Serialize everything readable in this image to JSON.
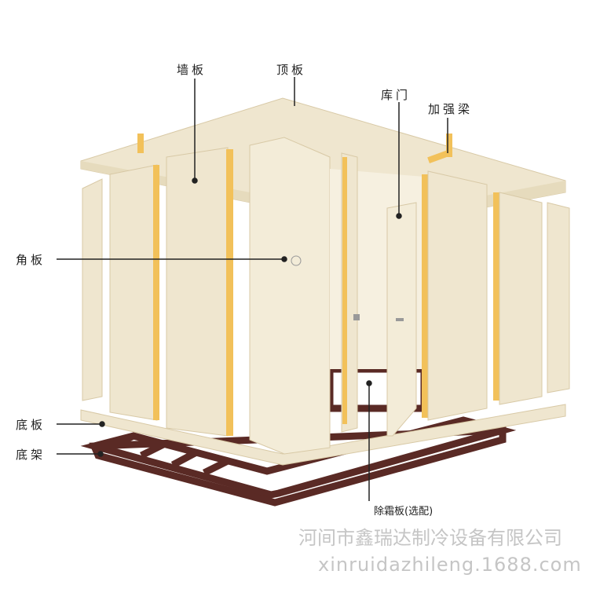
{
  "labels": {
    "wall_panel": "墙板",
    "top_panel": "顶板",
    "door": "库门",
    "reinforcement_beam": "加强梁",
    "corner_panel": "角板",
    "floor_panel": "底板",
    "base_frame": "底架",
    "bottom_item": "除霜板(选配)"
  },
  "watermark": {
    "company": "河间市鑫瑞达制冷设备有限公司",
    "url": "xinruidazhileng.1688.com"
  },
  "colors": {
    "panel": "#efe6cf",
    "seam": "#f2c15a",
    "frame": "#5a2a25"
  }
}
